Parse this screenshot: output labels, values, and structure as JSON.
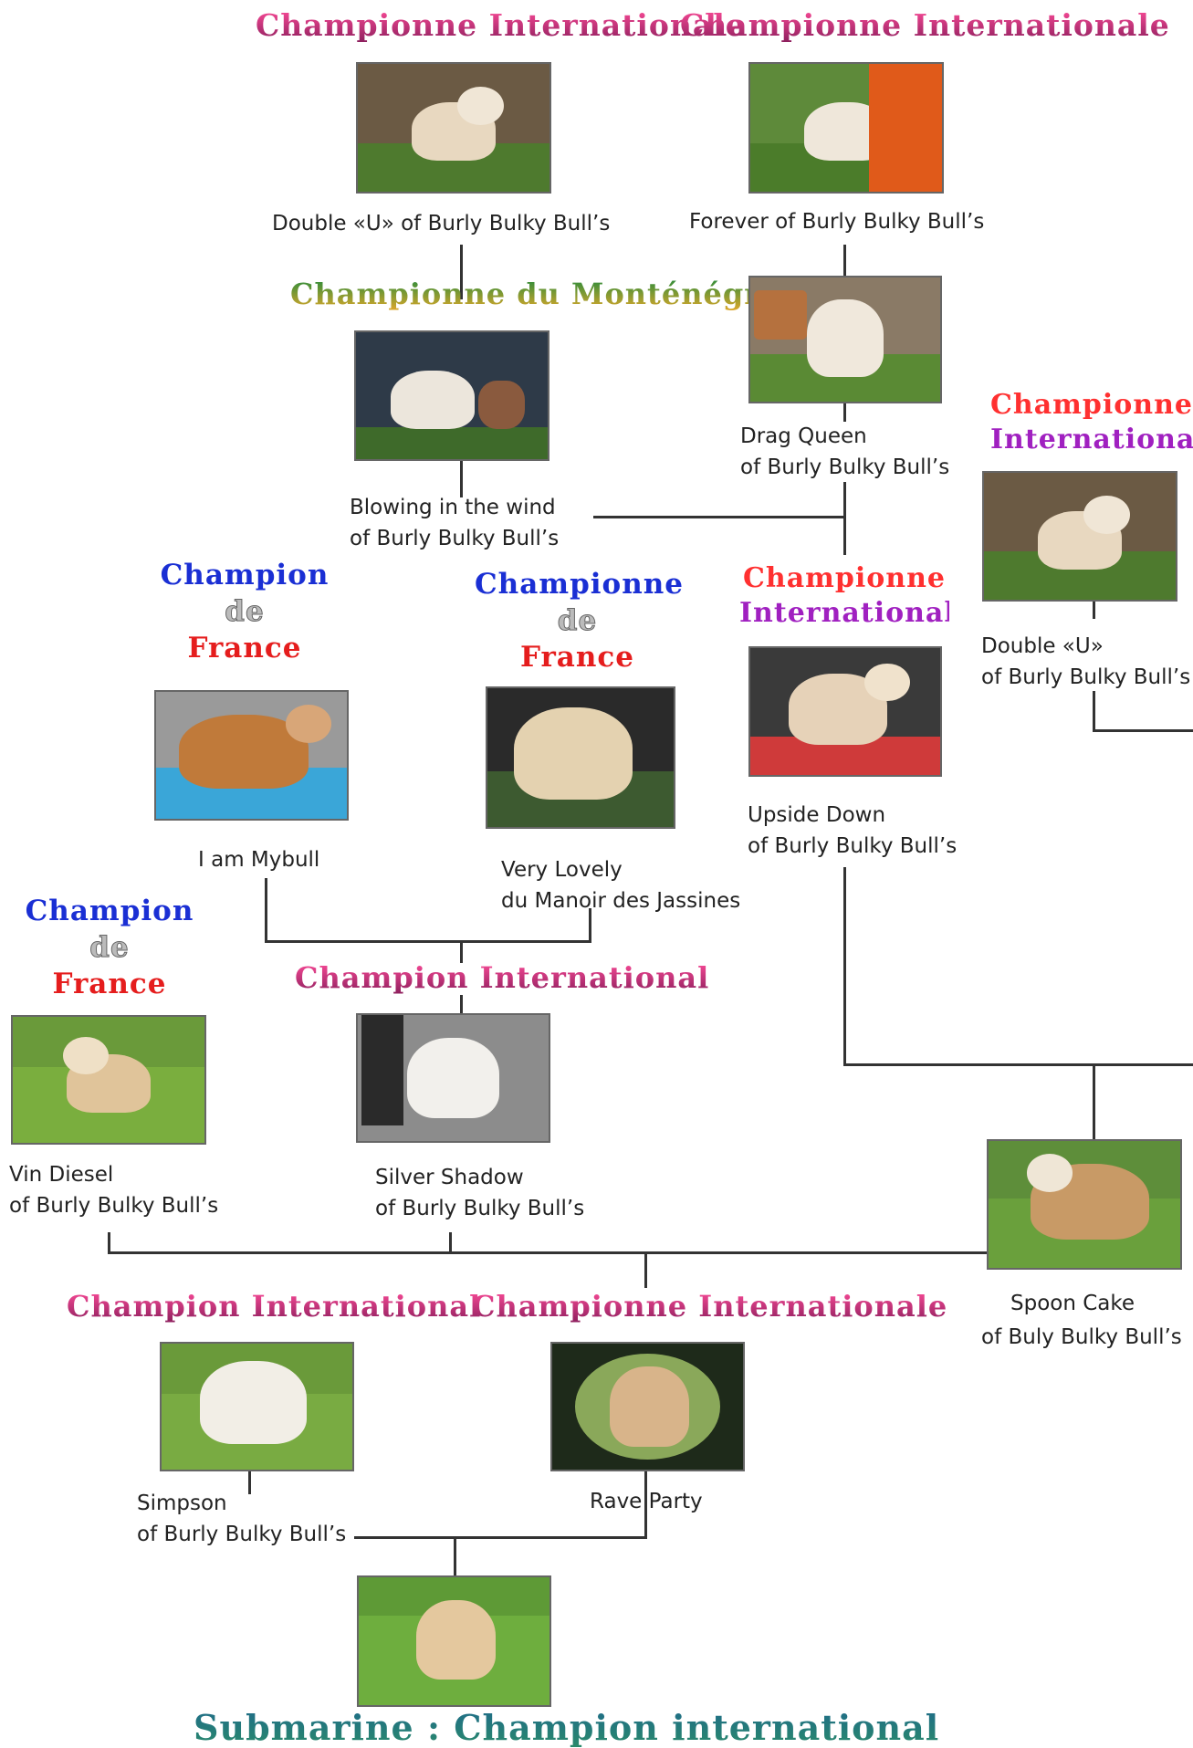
{
  "titles": {
    "t1": "Championne Internationale",
    "t2": "Championne Internationale",
    "t3": "Championne du Monténégro",
    "t4_l1": "Championne",
    "t4_l2": "Internationale",
    "t5_l1": "Championne",
    "t5_l2": "Internationale",
    "t6_l1": "Champion",
    "t6_l2": "de",
    "t6_l3": "France",
    "t7_l1": "Championne",
    "t7_l2": "de",
    "t7_l3": "France",
    "t8_l1": "Champion",
    "t8_l2": "de",
    "t8_l3": "France",
    "t9": "Champion International",
    "t10": "Champion International",
    "t11": "Championne Internationale",
    "final": "Submarine : Champion international"
  },
  "names": {
    "n1": "Double «U» of Burly Bulky Bull’s",
    "n2": "Forever of Burly Bulky Bull’s",
    "n3_l1": "Drag Queen",
    "n3_l2": "of Burly Bulky Bull’s",
    "n4_l1": "Blowing in the wind",
    "n4_l2": "of Burly Bulky Bull’s",
    "n5_l1": "Double «U»",
    "n5_l2": "of Burly Bulky Bull’s",
    "n6_l1": "Upside Down",
    "n6_l2": "of Burly Bulky Bull’s",
    "n7": "I am Mybull",
    "n8_l1": "Very Lovely",
    "n8_l2": "du Manoir des Jassines",
    "n9_l1": "Vin Diesel",
    "n9_l2": "of Burly Bulky Bull’s",
    "n10_l1": "Silver Shadow",
    "n10_l2": "of Burly Bulky Bull’s",
    "n11_l1": "Spoon Cake",
    "n11_l2": "of Buly Bulky Bull’s",
    "n12_l1": "Simpson",
    "n12_l2": "of Burly Bulky Bull’s",
    "n13": "Rave Party"
  }
}
